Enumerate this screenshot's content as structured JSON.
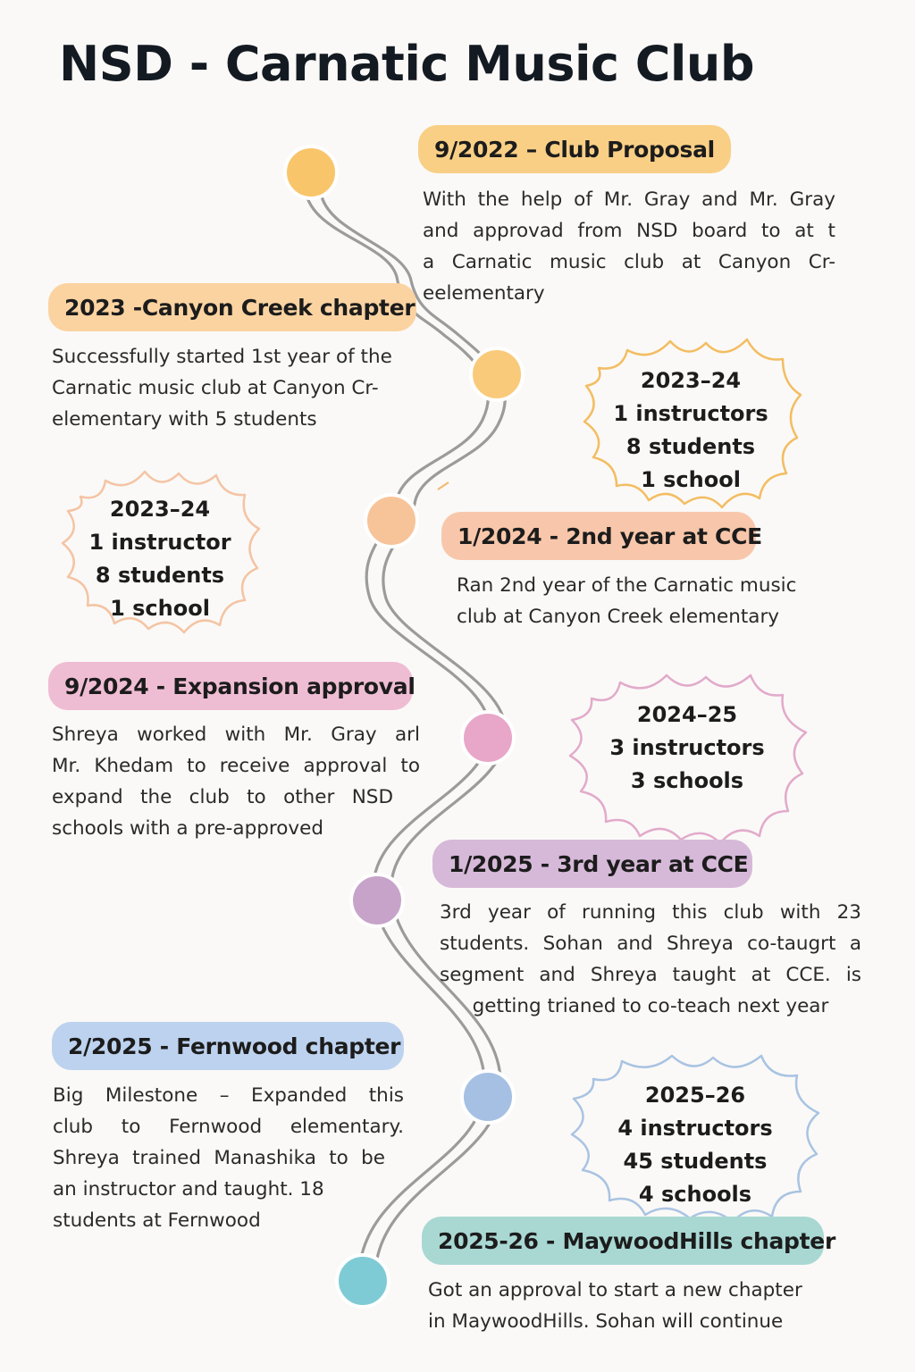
{
  "title": "NSD - Carnatic Music Club",
  "colors": {
    "path": "#9b9b9b",
    "node_1": "#f9c56b",
    "node_2": "#f9ca7a",
    "node_3": "#f7c49a",
    "node_4": "#e8a7c8",
    "node_5": "#c7a3c9",
    "node_6": "#a6c0e3",
    "node_7": "#7fcbd5"
  },
  "milestones": [
    {
      "label": "9/2022 – Club Proposal",
      "color": "#f9cf86",
      "lines": [
        "With the help of Mr. Gray and Mr. Gray",
        "and approvad from NSD board to at t",
        "a Carnatic music club at Canyon Cr-",
        "eelementary"
      ]
    },
    {
      "label": "2023 -Canyon Creek chapter",
      "color": "#fbd3a1",
      "lines": [
        "Successfully started 1st year of the",
        "Carnatic music club at Canyon Cr-",
        "elementary with 5 students"
      ]
    },
    {
      "label": "1/2024 - 2nd year at CCE",
      "color": "#f8c7ab",
      "lines": [
        "Ran 2nd year of the Carnatic music",
        "club at Canyon Creek elementary"
      ]
    },
    {
      "label": "9/2024 - Expansion approval",
      "color": "#efbdd3",
      "lines": [
        "Shreya worked with Mr. Gray arl",
        "Mr. Khedam to receive approval to",
        "expand the club to other NSD",
        "schools with a pre-approved"
      ]
    },
    {
      "label": "1/2025 - 3rd year at CCE",
      "color": "#d6b9d8",
      "lines": [
        "3rd year of running this club with 23",
        "students. Sohan and Shreya co-taugrt a",
        "segment and Shreya taught at CCE. is",
        "getting trianed to co-teach next year"
      ]
    },
    {
      "label": "2/2025 - Fernwood chapter",
      "color": "#bdd2ee",
      "lines": [
        "Big Milestone – Expanded this",
        "club to Fernwood elementary.",
        "Shreya trained Manashika to be",
        "an instructor and taught. 18",
        "students at Fernwood"
      ]
    },
    {
      "label": "2025-26 - MaywoodHills chapter",
      "color": "#a9d8d3",
      "lines": [
        "Got an approval to start a new chapter",
        "in MaywoodHills. Sohan will continue"
      ]
    }
  ],
  "stats": [
    {
      "color": "#f3bd62",
      "lines": [
        "2023–24",
        "1 instructors",
        "8 students",
        "1 school"
      ]
    },
    {
      "color": "#f4c4a4",
      "lines": [
        "2023–24",
        "1 instructor",
        "8 students",
        "1 school"
      ]
    },
    {
      "color": "#e2aacb",
      "lines": [
        "2024–25",
        "3 instructors",
        "3 schools"
      ]
    },
    {
      "color": "#a9c3e2",
      "lines": [
        "2025–26",
        "4 instructors",
        "45 students",
        "4 schools"
      ]
    }
  ]
}
